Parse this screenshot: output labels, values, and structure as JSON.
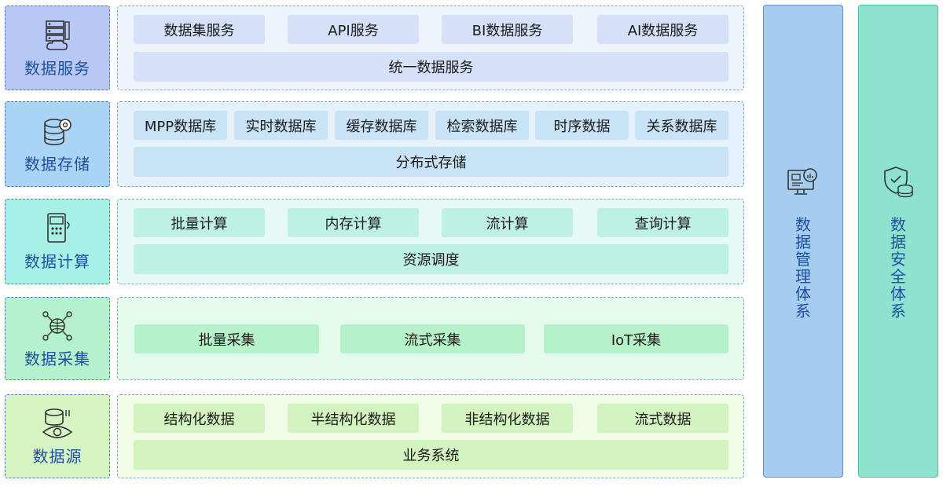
{
  "layers": [
    {
      "label": "数据服务",
      "colors": {
        "label_bg": "#b8c8f5",
        "panel_bg": "#eef4fc",
        "chip_bg": "#d5e1f7"
      },
      "top_chips": [
        "数据集服务",
        "API服务",
        "BI数据服务",
        "AI数据服务"
      ],
      "base": "统一数据服务"
    },
    {
      "label": "数据存储",
      "colors": {
        "label_bg": "#a9d4f6",
        "panel_bg": "#e6f2fb",
        "chip_bg": "#c8e3f5"
      },
      "top_chips": [
        "MPP数据库",
        "实时数据库",
        "缓存数据库",
        "检索数据库",
        "时序数据",
        "关系数据库"
      ],
      "base": "分布式存储"
    },
    {
      "label": "数据计算",
      "colors": {
        "label_bg": "#a7f0e6",
        "panel_bg": "#e7f9f6",
        "chip_bg": "#bff0e6"
      },
      "top_chips": [
        "批量计算",
        "内存计算",
        "流计算",
        "查询计算"
      ],
      "base": "资源调度"
    },
    {
      "label": "数据采集",
      "colors": {
        "label_bg": "#b4f2cd",
        "panel_bg": "#e4fbec",
        "chip_bg": "#b6f2c9"
      },
      "top_chips": [
        "批量采集",
        "流式采集",
        "IoT采集"
      ],
      "base": ""
    },
    {
      "label": "数据源",
      "colors": {
        "label_bg": "#d6f5c2",
        "panel_bg": "#f0fbe5",
        "chip_bg": "#d3f3c0"
      },
      "top_chips": [
        "结构化数据",
        "半结构化数据",
        "非结构化数据",
        "流式数据"
      ],
      "base": "业务系统"
    }
  ],
  "columns": [
    {
      "label": "数据管理体系",
      "colors": {
        "bg": "#a6ccf0",
        "border": "#5f8fce"
      }
    },
    {
      "label": "数据安全体系",
      "colors": {
        "bg": "#8ee3cf",
        "border": "#4fbfa3"
      }
    }
  ]
}
